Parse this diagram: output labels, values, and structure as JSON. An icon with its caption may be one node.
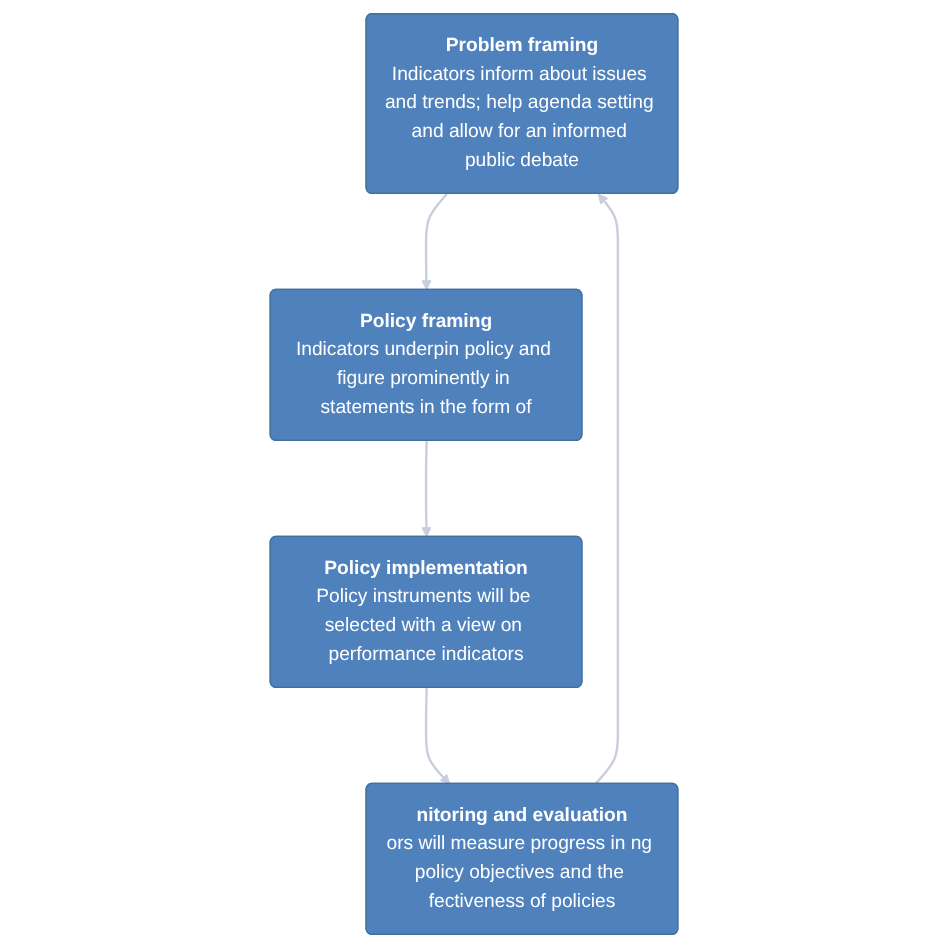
{
  "diagram": {
    "nodes": [
      {
        "text": [
          "Problem framing",
          "Indicators inform about issues and trends; help agenda setting and allow for an informed public debate"
        ]
      },
      {
        "text": [
          "Policy framing",
          "Indicators underpin policy and figure prominently in statements in the form of"
        ]
      },
      {
        "text": [
          "Policy implementation",
          "Policy instruments will be selected with a view on performance indicators"
        ]
      },
      {
        "text": [
          "nitoring and evaluation",
          "ors will measure progress in ng policy objectives and the fectiveness of policies"
        ]
      }
    ],
    "edges": [
      {
        "from": 0,
        "to": 1,
        "arrow": "to"
      },
      {
        "from": 1,
        "to": 2,
        "arrow": "to"
      },
      {
        "from": 2,
        "to": 3,
        "arrow": "to"
      },
      {
        "from": 3,
        "to": 0,
        "arrow": "to"
      }
    ]
  }
}
